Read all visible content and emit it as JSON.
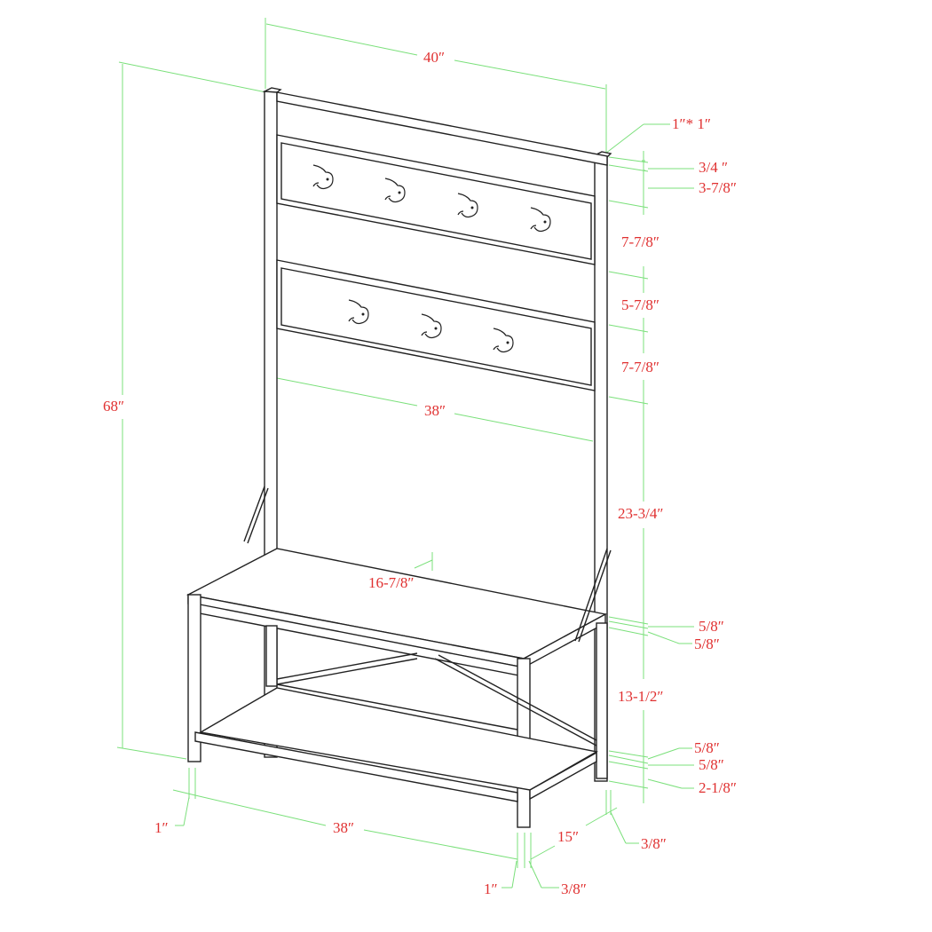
{
  "diagram": {
    "subject": "Hall tree bench with coat hooks",
    "hooks": {
      "upper_panel_count": 4,
      "lower_panel_count": 3
    },
    "colors": {
      "outline": "#222222",
      "dimension_line": "#7be07b",
      "dimension_text": "#e03030",
      "background": "#ffffff"
    }
  },
  "dimensions": {
    "overall_width": "40″",
    "overall_height": "68″",
    "post_size": "1″* 1″",
    "top_rail": "3/4 ″",
    "top_gap": "3-7/8″",
    "upper_panel": "7-7/8″",
    "mid_gap": "5-7/8″",
    "lower_panel": "7-7/8″",
    "inner_width": "38″",
    "back_open": "23-3/4″",
    "bench_depth": "16-7/8″",
    "seat_top": "5/8″",
    "seat_apron": "5/8″",
    "bench_gap": "13-1/2″",
    "shelf_top": "5/8″",
    "shelf_apron": "5/8″",
    "foot_height": "2-1/8″",
    "leg_left": "1″",
    "bench_width": "38″",
    "leg_front": "1″",
    "leg_inset_front": "3/8″",
    "total_depth": "15″",
    "leg_inset_side": "3/8″"
  }
}
